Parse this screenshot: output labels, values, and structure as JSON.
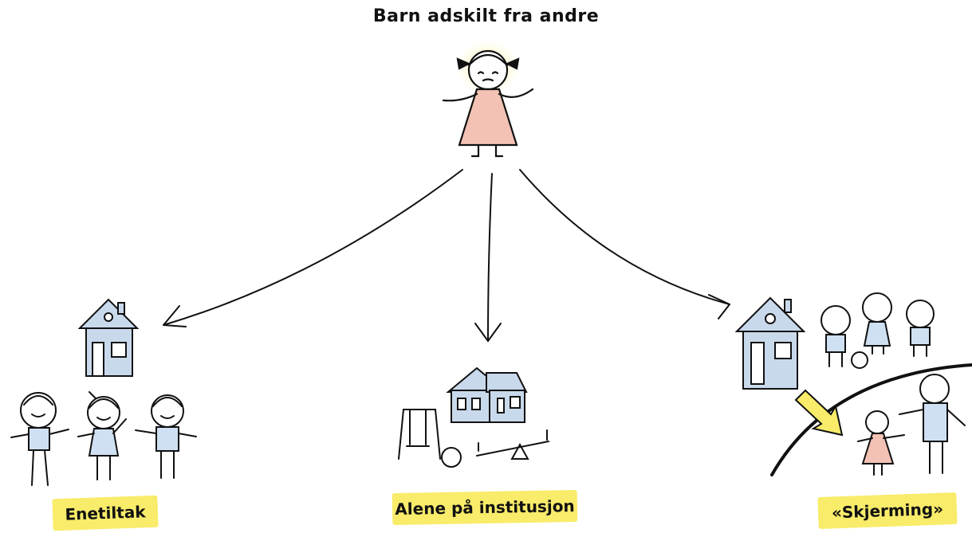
{
  "title": "Barn adskilt fra andre",
  "options": [
    {
      "label": "Enetiltak"
    },
    {
      "label": "Alene på institusjon"
    },
    {
      "label": "«Skjerming»"
    }
  ],
  "colors": {
    "tag": "#f8ec6a",
    "house": "#c9d9ec",
    "dress": "#f3c2b4",
    "shirt": "#cfe0f2",
    "ink": "#111111"
  }
}
